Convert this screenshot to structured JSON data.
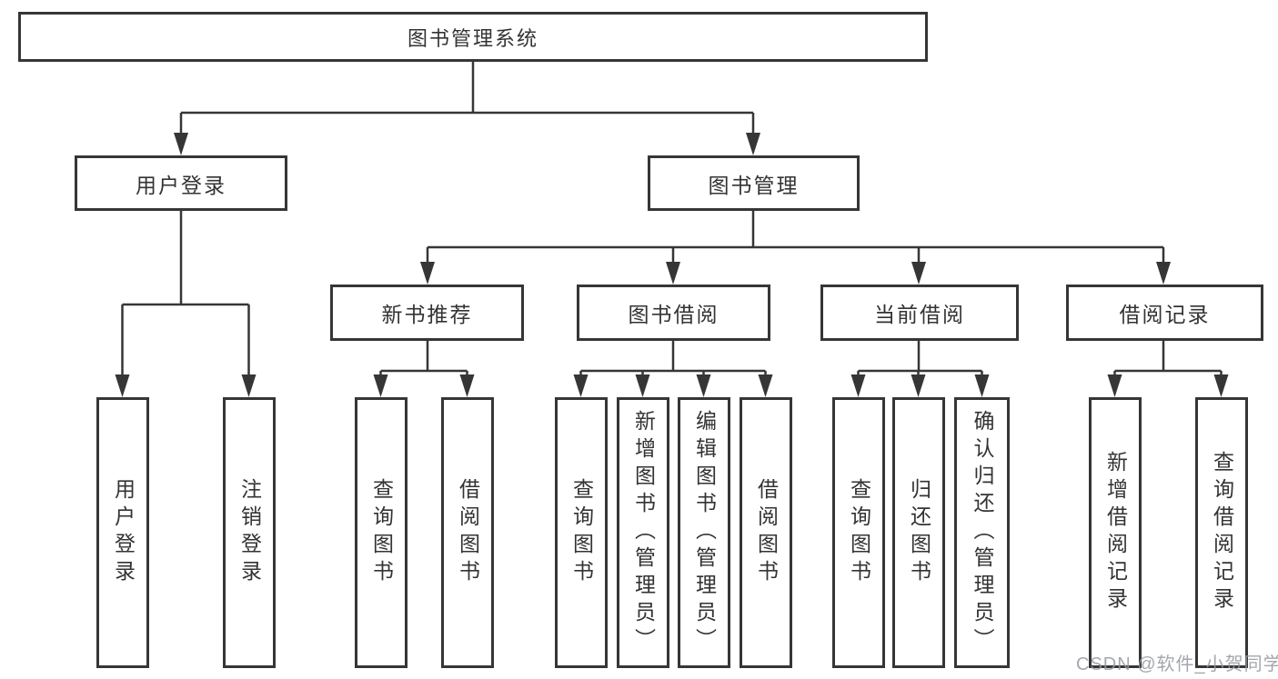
{
  "nodes": {
    "root": {
      "label": "图书管理系统"
    },
    "user_login": {
      "label": "用户登录"
    },
    "book_mgmt": {
      "label": "图书管理"
    },
    "new_book_rec": {
      "label": "新书推荐"
    },
    "book_borrow": {
      "label": "图书借阅"
    },
    "current_borrow": {
      "label": "当前借阅"
    },
    "borrow_records": {
      "label": "借阅记录"
    },
    "leaf_user_login": {
      "label": "用户登录"
    },
    "leaf_logout": {
      "label": "注销登录"
    },
    "leaf_query_book_new": {
      "label": "查询图书"
    },
    "leaf_borrow_book_new": {
      "label": "借阅图书"
    },
    "leaf_query_book_borrow": {
      "label": "查询图书"
    },
    "leaf_add_book_admin": {
      "label": "新增图书（管理员）"
    },
    "leaf_edit_book_admin": {
      "label": "编辑图书（管理员）"
    },
    "leaf_borrow_book": {
      "label": "借阅图书"
    },
    "leaf_query_book_current": {
      "label": "查询图书"
    },
    "leaf_return_book": {
      "label": "归还图书"
    },
    "leaf_confirm_return_admin": {
      "label": "确认归还（管理员）"
    },
    "leaf_add_borrow_record": {
      "label": "新增借阅记录"
    },
    "leaf_query_borrow_record": {
      "label": "查询借阅记录"
    }
  },
  "watermark": {
    "text": "CSDN @软件_小贺同学"
  },
  "colors": {
    "line": "#363636",
    "box_border": "#363636",
    "text": "#333333",
    "background": "#ffffff",
    "watermark": "#94989d"
  }
}
